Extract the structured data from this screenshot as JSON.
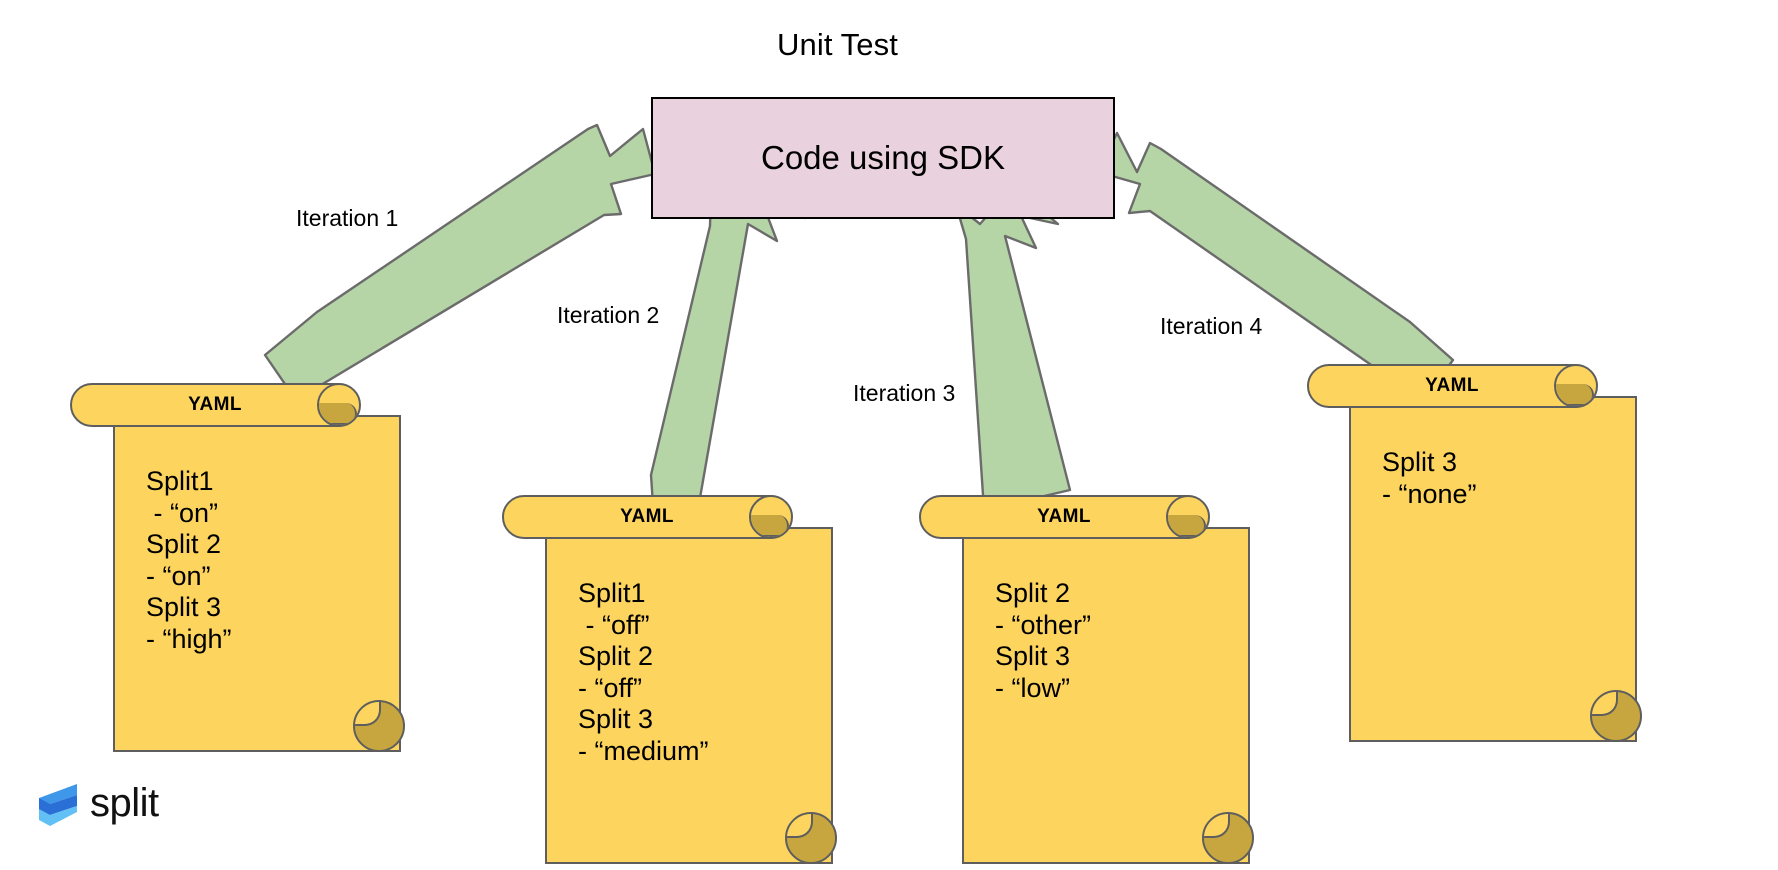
{
  "title": "Unit Test",
  "center_box": {
    "label": "Code using SDK",
    "fill": "#e9d1de",
    "stroke": "#000000"
  },
  "arrow_style": {
    "fill": "#b5d5a7",
    "stroke": "#6b6b6b"
  },
  "iterations": [
    {
      "label": "Iteration 1"
    },
    {
      "label": "Iteration 2"
    },
    {
      "label": "Iteration 3"
    },
    {
      "label": "Iteration 4"
    }
  ],
  "documents": [
    {
      "header": "YAML",
      "fill": "#fdd55e",
      "curl_fill": "#c8a63f",
      "stroke": "#5e5e5e",
      "lines": [
        "Split1",
        " - “on”",
        "Split 2",
        "- “on”",
        "Split 3",
        "- “high”"
      ]
    },
    {
      "header": "YAML",
      "fill": "#fdd55e",
      "curl_fill": "#c8a63f",
      "stroke": "#5e5e5e",
      "lines": [
        "Split1",
        " - “off”",
        "Split 2",
        "- “off”",
        "Split 3",
        "- “medium”"
      ]
    },
    {
      "header": "YAML",
      "fill": "#fdd55e",
      "curl_fill": "#c8a63f",
      "stroke": "#5e5e5e",
      "lines": [
        "Split 2",
        "- “other”",
        "Split 3",
        "- “low”"
      ]
    },
    {
      "header": "YAML",
      "fill": "#fdd55e",
      "curl_fill": "#c8a63f",
      "stroke": "#5e5e5e",
      "lines": [
        "Split 3",
        "- “none”"
      ]
    }
  ],
  "brand": {
    "name": "split",
    "logo_icon": "split-lightning-logo",
    "color_dark": "#2a6fd6",
    "color_mid": "#3f97ea",
    "color_light": "#63c0f5"
  }
}
